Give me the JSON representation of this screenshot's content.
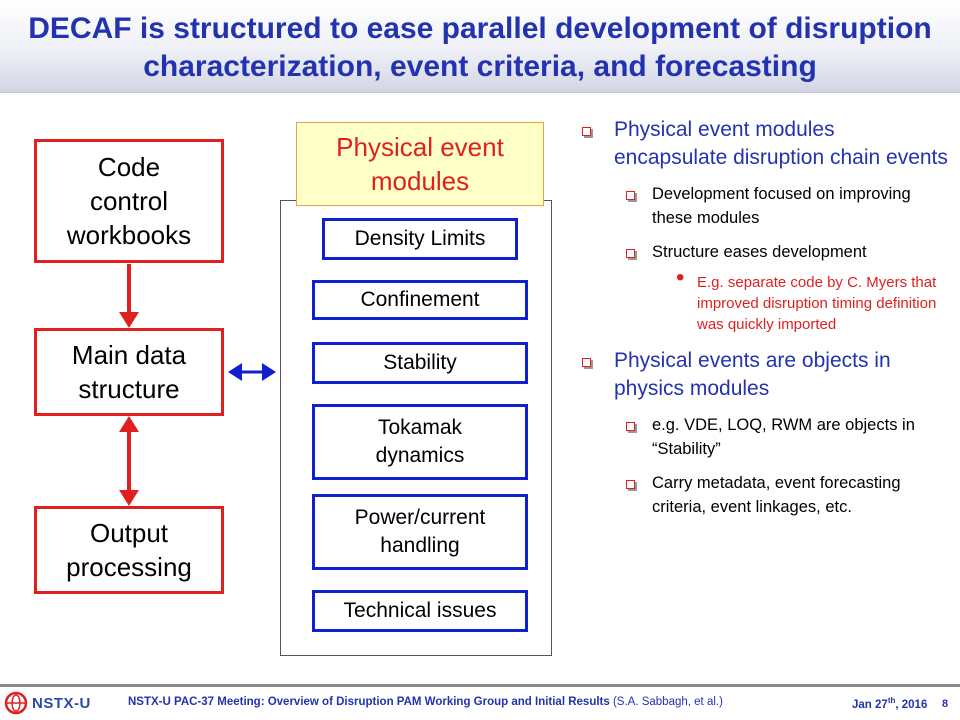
{
  "title": "DECAF is structured to ease parallel development of disruption characterization, event criteria, and forecasting",
  "left_flow": {
    "code_control": "Code control workbooks",
    "main_data": "Main data structure",
    "output_processing": "Output processing"
  },
  "modules": {
    "header": "Physical event modules",
    "items": [
      "Density Limits",
      "Confinement",
      "Stability",
      "Tokamak dynamics",
      "Power/current handling",
      "Technical issues"
    ]
  },
  "bullets": {
    "b1": "Physical event modules encapsulate disruption chain events",
    "b1_1": "Development focused on improving these modules",
    "b1_2": "Structure eases development",
    "b1_2_1": "E.g. separate code by C. Myers that improved disruption timing definition was quickly imported",
    "b2": "Physical events are objects in physics modules",
    "b2_1": "e.g. VDE, LOQ, RWM are objects in “Stability”",
    "b2_2": "Carry metadata, event forecasting criteria, event linkages, etc."
  },
  "footer": {
    "logo": "NSTX-U",
    "meeting": "NSTX-U PAC-37 Meeting: Overview of Disruption PAM Working Group and Initial Results",
    "authors": "(S.A. Sabbagh, et al.)",
    "date_main": "Jan 27",
    "date_sup": "th",
    "date_year": ", 2016",
    "page": "8"
  },
  "colors": {
    "title": "#2333b0",
    "red": "#e02020",
    "blue_border": "#1020d0",
    "header_fill": "#ffffc8"
  }
}
